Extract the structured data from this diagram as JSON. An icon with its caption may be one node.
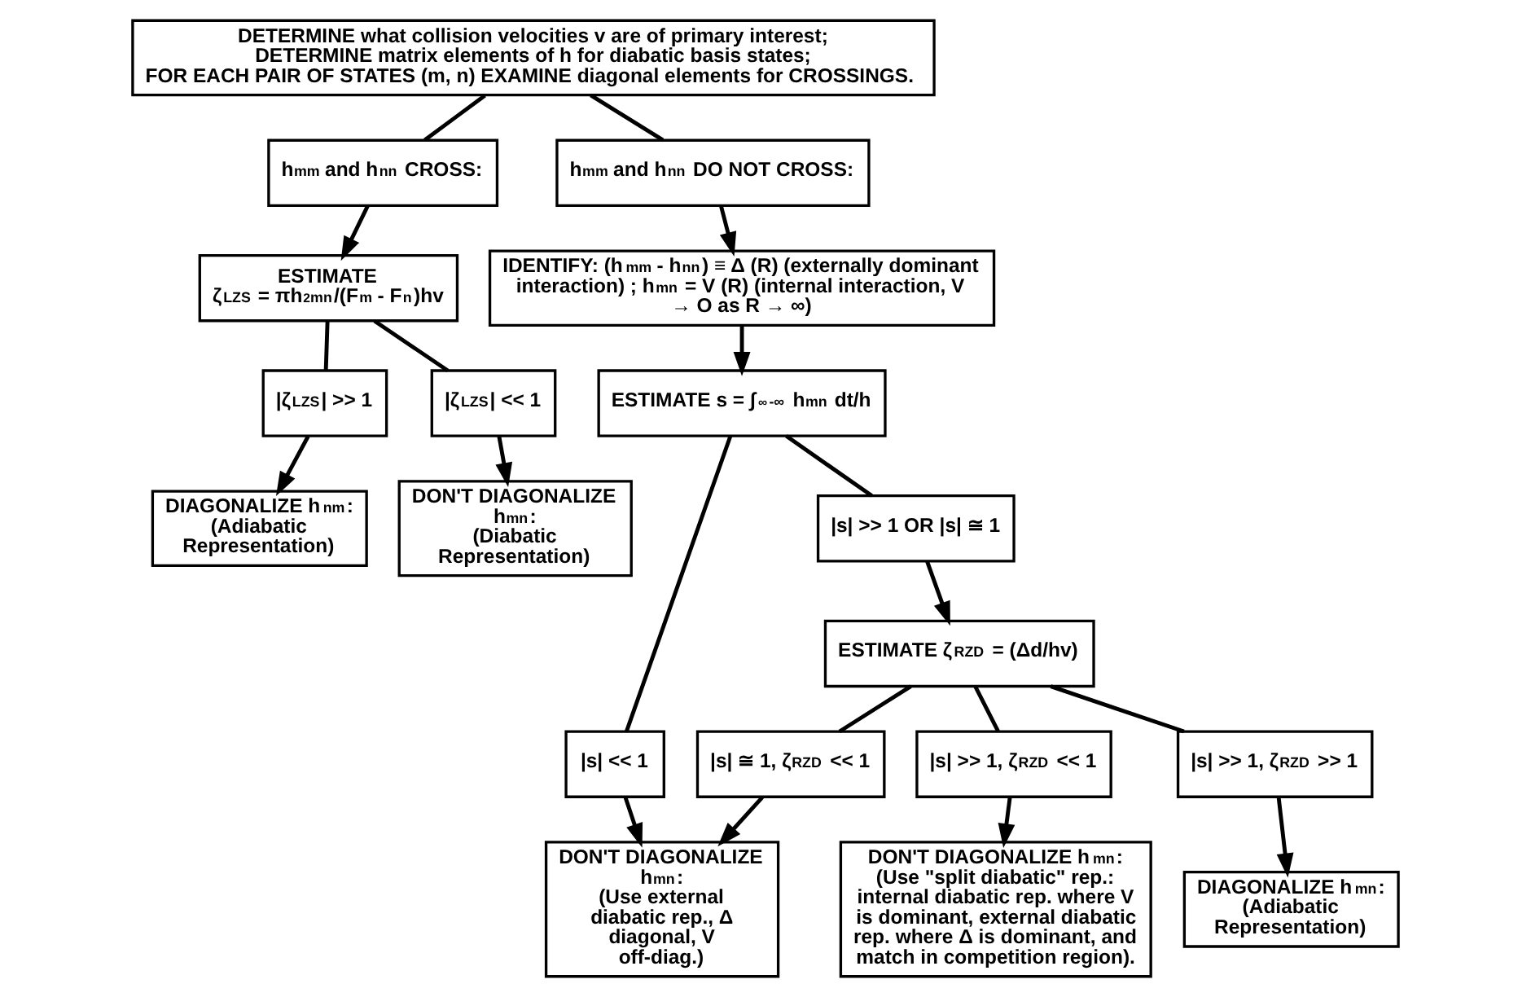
{
  "diagram": {
    "nodes": [
      {
        "text": [
          "DETERMINE what collision velocities v are of primary interest;",
          "DETERMINE matrix elements of h for diabatic basis states;",
          "FOR EACH PAIR OF STATES (m, n) EXAMINE diagonal elements for CROSSINGS."
        ]
      },
      {
        "text": [
          "h$_{mm}$ and h$_{nn}$ CROSS:"
        ]
      },
      {
        "text": [
          "ESTIMATE",
          "ζ$_{LZS}$ = πh$^{2}$$_{mn}$/(F$_{m}$ - F$_{n}$)hv"
        ]
      },
      {
        "text": [
          "|ζ$_{LZS}$| >> 1"
        ]
      },
      {
        "text": [
          "|ζ$_{LZS}$| << 1"
        ]
      },
      {
        "text": [
          "DIAGONALIZE h$_{nm}$:",
          "(Adiabatic Representation)"
        ]
      },
      {
        "text": [
          "DON'T DIAGONALIZE h$_{mn}$:",
          "(Diabatic Representation)"
        ]
      },
      {
        "text": [
          "h$_{mm}$ and h$_{nn}$ DO NOT CROSS:"
        ]
      },
      {
        "text": [
          "IDENTIFY: (h$_{mm}$ - h$_{nn}$) ≡ Δ (R) (externally dominant interaction) ; h$_{mn}$ = V (R) (internal interaction, V → O as R → ∞)"
        ]
      },
      {
        "text": [
          "ESTIMATE s = ∫$^{∞}$$_{-∞}$ h$_{mn}$ dt/h"
        ]
      },
      {
        "text": [
          "|s| << 1"
        ]
      },
      {
        "text": [
          "|s| >> 1 OR |s| ≅ 1"
        ]
      },
      {
        "text": [
          "ESTIMATE ζ$_{RZD}$ = (Δd/hv)"
        ]
      },
      {
        "text": [
          "|s| ≅ 1, ζ$_{RZD}$ << 1"
        ]
      },
      {
        "text": [
          "|s| >> 1, ζ$_{RZD}$ << 1"
        ]
      },
      {
        "text": [
          "|s| >> 1, ζ$_{RZD}$ >> 1"
        ]
      },
      {
        "text": [
          "DON'T DIAGONALIZE h$_{mn}$:",
          "(Use external diabatic rep., Δ diagonal, V off-diag.)"
        ]
      },
      {
        "text": [
          "DON'T DIAGONALIZE h$_{mn}$:",
          "(Use \"split diabatic\" rep.: internal diabatic rep. where V is dominant, external diabatic rep. where Δ is dominant, and match in competition region)."
        ]
      },
      {
        "text": [
          "DIAGONALIZE h$_{mn}$:",
          "(Adiabatic Representation)"
        ]
      }
    ],
    "edges": [
      {
        "from": 0,
        "to": 1,
        "arrow": "none"
      },
      {
        "from": 0,
        "to": 7,
        "arrow": "none"
      },
      {
        "from": 1,
        "to": 2,
        "arrow": "to"
      },
      {
        "from": 2,
        "to": 3,
        "arrow": "none"
      },
      {
        "from": 2,
        "to": 4,
        "arrow": "none"
      },
      {
        "from": 3,
        "to": 5,
        "arrow": "to"
      },
      {
        "from": 4,
        "to": 6,
        "arrow": "to"
      },
      {
        "from": 7,
        "to": 8,
        "arrow": "to"
      },
      {
        "from": 8,
        "to": 9,
        "arrow": "to"
      },
      {
        "from": 9,
        "to": 10,
        "arrow": "none"
      },
      {
        "from": 9,
        "to": 11,
        "arrow": "none"
      },
      {
        "from": 11,
        "to": 12,
        "arrow": "to"
      },
      {
        "from": 12,
        "to": 13,
        "arrow": "none"
      },
      {
        "from": 12,
        "to": 14,
        "arrow": "none"
      },
      {
        "from": 12,
        "to": 15,
        "arrow": "none"
      },
      {
        "from": 10,
        "to": 16,
        "arrow": "to"
      },
      {
        "from": 13,
        "to": 16,
        "arrow": "to"
      },
      {
        "from": 14,
        "to": 17,
        "arrow": "to"
      },
      {
        "from": 15,
        "to": 18,
        "arrow": "to"
      }
    ]
  }
}
